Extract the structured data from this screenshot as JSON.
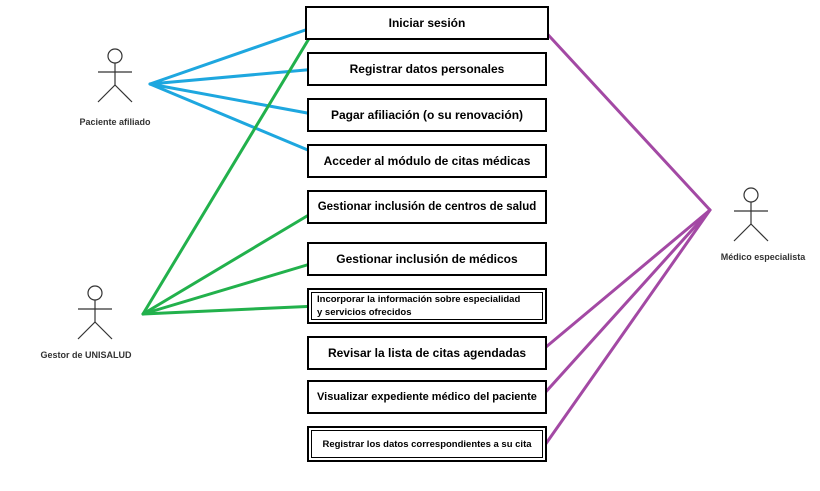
{
  "actors": {
    "paciente": {
      "label": "Paciente afiliado"
    },
    "gestor": {
      "label": "Gestor de UNISALUD"
    },
    "medico": {
      "label": "Médico especialista"
    }
  },
  "use_cases": [
    {
      "id": "iniciar",
      "label": "Iniciar sesión"
    },
    {
      "id": "registrar",
      "label": "Registrar datos personales"
    },
    {
      "id": "pagar",
      "label": "Pagar afiliación (o su renovación)"
    },
    {
      "id": "acceder",
      "label": "Acceder al módulo de citas médicas"
    },
    {
      "id": "gest_centros",
      "label": "Gestionar inclusión de centros de salud"
    },
    {
      "id": "gest_medicos",
      "label": "Gestionar inclusión de médicos"
    },
    {
      "id": "incorporar",
      "label_line1": "Incorporar la información sobre especialidad",
      "label_line2": "y servicios ofrecidos"
    },
    {
      "id": "revisar",
      "label": "Revisar la lista de citas agendadas"
    },
    {
      "id": "visualizar",
      "label": "Visualizar expediente médico del paciente"
    },
    {
      "id": "registrar_cita",
      "label": "Registrar los datos correspondientes a su cita"
    }
  ],
  "colors": {
    "paciente_line": "#1ea7df",
    "gestor_line": "#22b14c",
    "medico_line": "#a349a4",
    "border": "#000000",
    "actor_stroke": "#333333"
  }
}
